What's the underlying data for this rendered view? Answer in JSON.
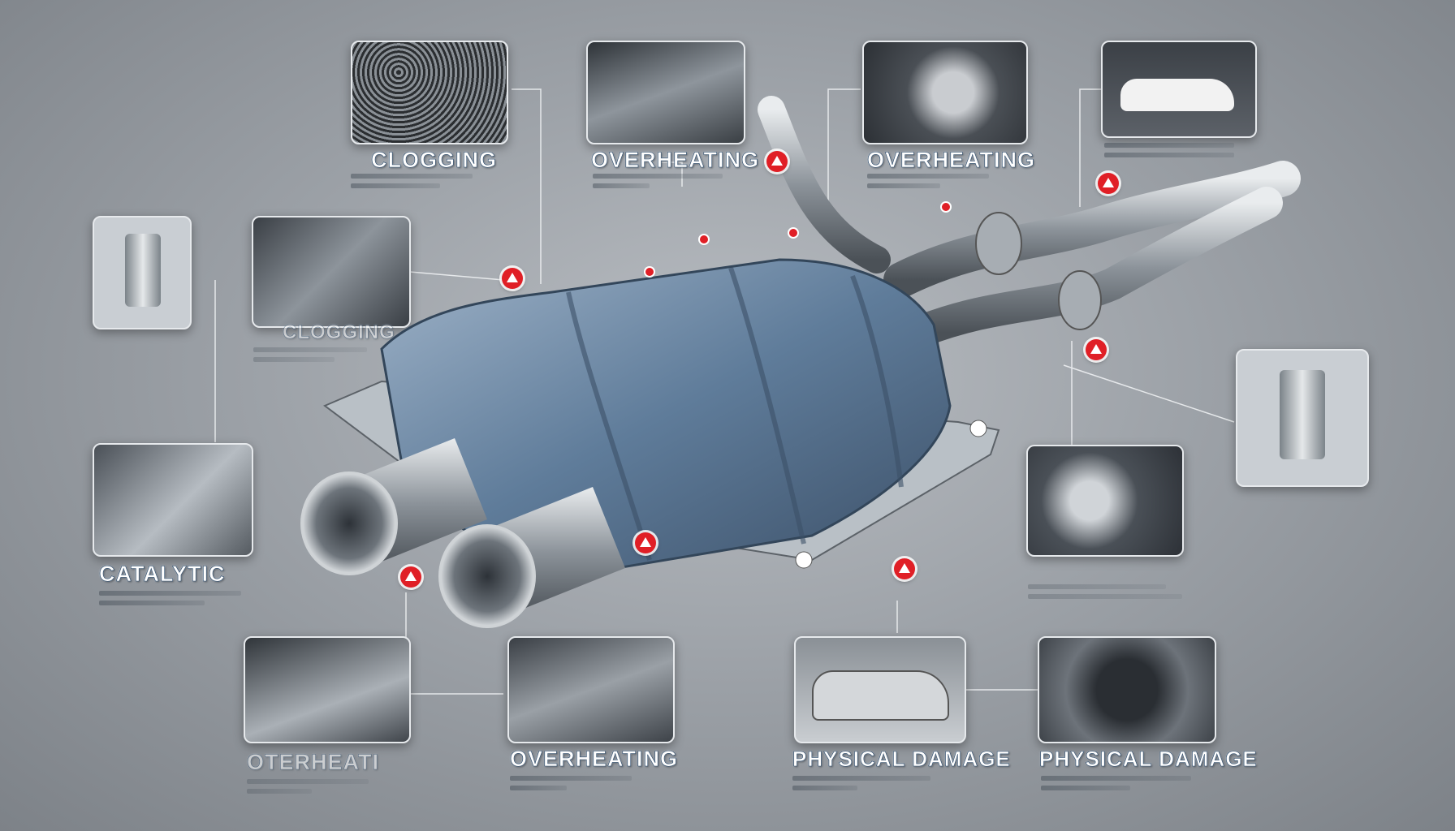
{
  "labels": {
    "top1": "CLOGGING",
    "top2": "OVERHEATING",
    "top3": "OVERHEATING",
    "mid_left": "CLOGGING",
    "left": "CATALYTIC",
    "bottom1": "OTERHEATI",
    "bottom2": "OVERHEATING",
    "bottom3": "PHYSICAL DAMAGE",
    "bottom4": "PHYSICAL DAMAGE"
  },
  "colors": {
    "warning": "#e01f26",
    "metal": "#6f8fb0",
    "background": "#9da2a8"
  },
  "icons": [
    "warning-icon"
  ]
}
